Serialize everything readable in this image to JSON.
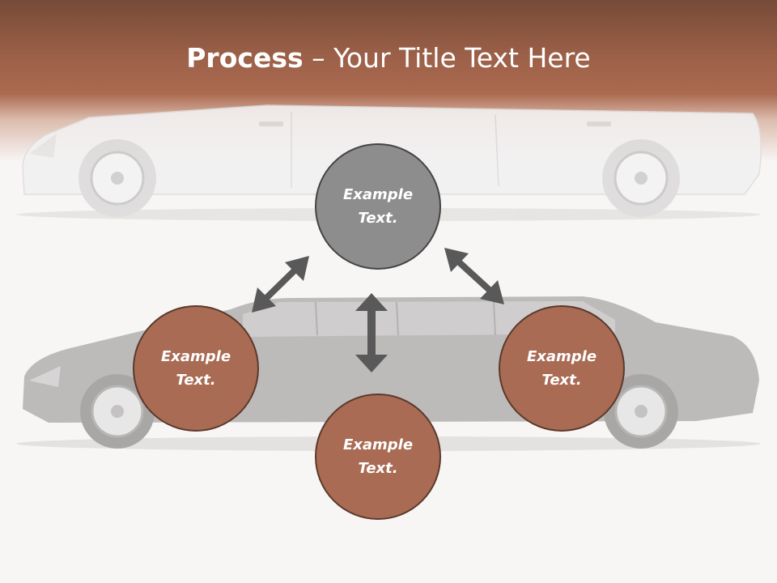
{
  "slide": {
    "title_bold": "Process",
    "title_rest": " – Your Title Text Here"
  },
  "nodes": [
    {
      "id": "top",
      "text": "Example Text.",
      "fill": "#8d8d8d"
    },
    {
      "id": "left",
      "text": "Example Text.",
      "fill": "#a96b53"
    },
    {
      "id": "right",
      "text": "Example Text.",
      "fill": "#a96b53"
    },
    {
      "id": "bottom",
      "text": "Example Text.",
      "fill": "#a96b53"
    }
  ],
  "colors": {
    "header_dark": "#764b37",
    "header_mid": "#ab6a50",
    "node_gray": "#8d8d8d",
    "node_brown": "#a96b53",
    "arrow": "#595959"
  },
  "background_images": [
    "white-limousine",
    "black-limousine"
  ]
}
